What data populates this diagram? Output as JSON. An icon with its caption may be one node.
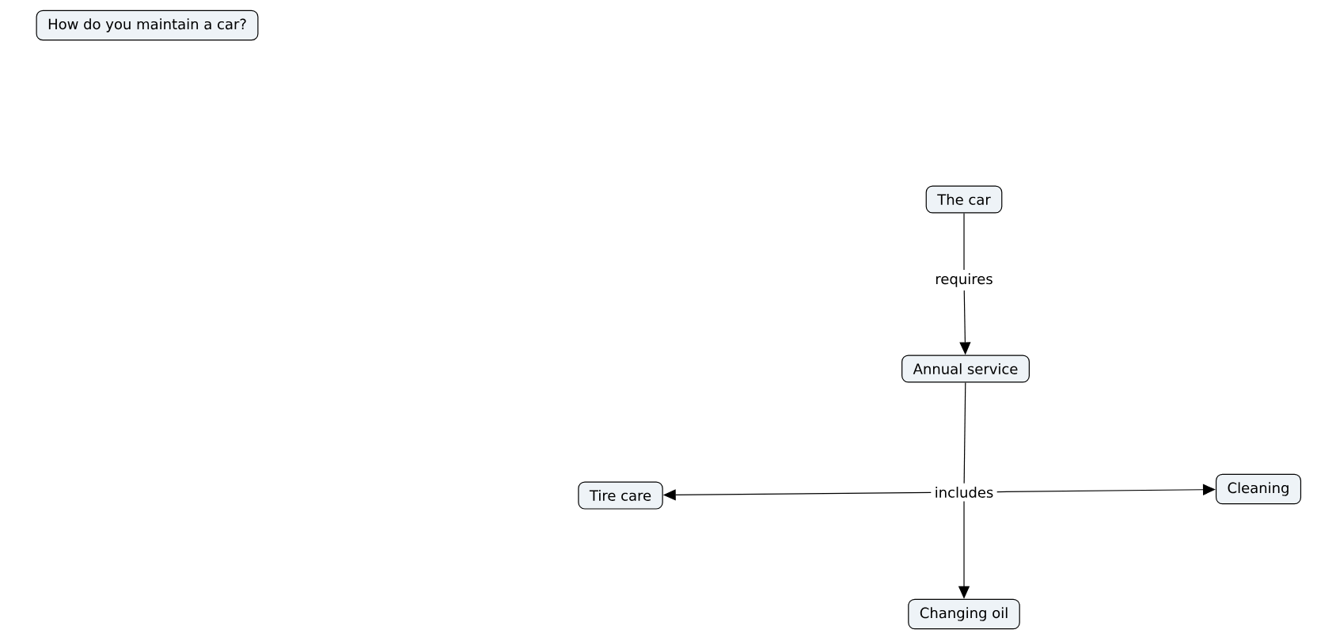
{
  "diagram": {
    "nodes": [
      {
        "text": [
          "How do you maintain a car?"
        ]
      },
      {
        "text": [
          "The car"
        ]
      },
      {
        "text": [
          "requires"
        ]
      },
      {
        "text": [
          "Annual service"
        ]
      },
      {
        "text": [
          "includes"
        ]
      },
      {
        "text": [
          "Tire care"
        ]
      },
      {
        "text": [
          "Cleaning"
        ]
      },
      {
        "text": [
          "Changing oil"
        ]
      }
    ],
    "edges": [
      {
        "from": 1,
        "to": 2,
        "arrow": "none"
      },
      {
        "from": 2,
        "to": 3,
        "arrow": "to"
      },
      {
        "from": 3,
        "to": 4,
        "arrow": "none"
      },
      {
        "from": 4,
        "to": 5,
        "arrow": "to"
      },
      {
        "from": 4,
        "to": 6,
        "arrow": "to"
      },
      {
        "from": 4,
        "to": 7,
        "arrow": "to"
      }
    ]
  }
}
